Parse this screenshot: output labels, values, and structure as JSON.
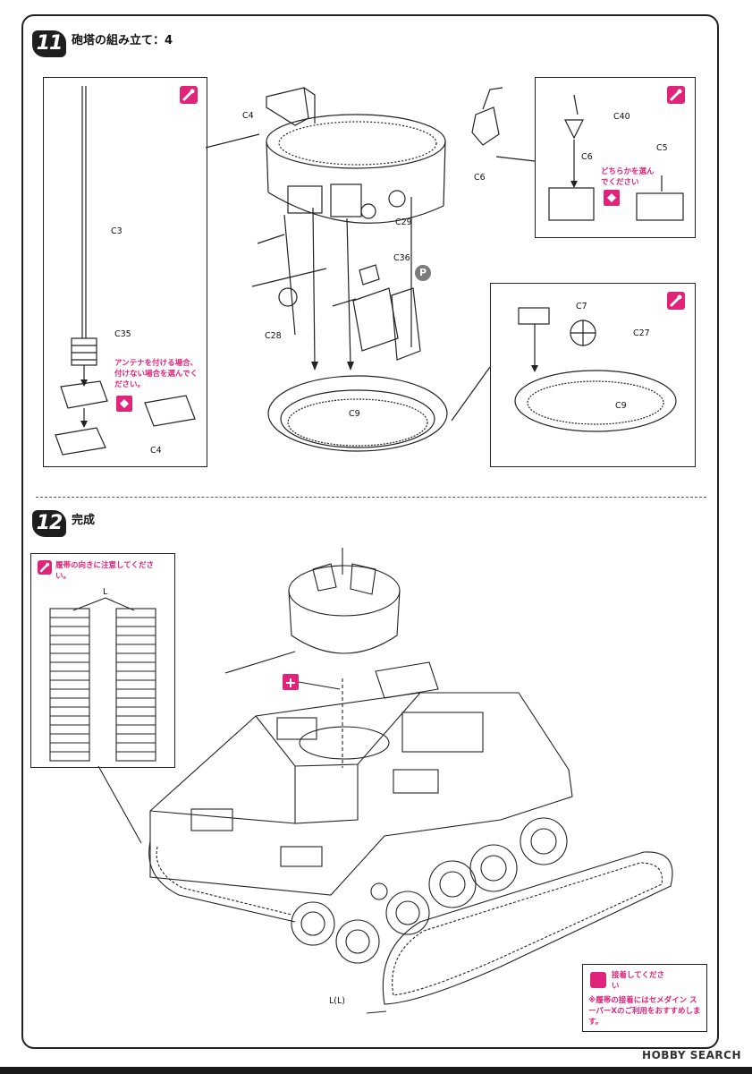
{
  "step11": {
    "number": "11",
    "title": "砲塔の組み立て：4",
    "antenna_note": "アンテナを付ける場合、付けない場合を選んでください。",
    "choice_note": "どちらかを選んでください",
    "parts": {
      "c4_top": "C4",
      "c6_top": "C6",
      "c29": "C29",
      "c36": "C36",
      "c28": "C28",
      "c9_main": "C9",
      "c3": "C3",
      "c35": "C35",
      "c4_bottom": "C4",
      "c40": "C40",
      "c6_right": "C6",
      "c5": "C5",
      "c7": "C7",
      "c27": "C27",
      "c9_right": "C9",
      "p_badge": "P"
    }
  },
  "step12": {
    "number": "12",
    "title": "完成",
    "track_note": "履帯の向きに注意してください。",
    "track_label_l": "L",
    "track_label_ll": "L(L)",
    "glue_title": "接着してください",
    "glue_note": "※履帯の接着にはセメダイン スーパーXのご利用をおすすめします。"
  },
  "footer": {
    "brand": "HOBBY SEARCH"
  },
  "colors": {
    "accent": "#e0247a",
    "ink": "#1a1a1a"
  }
}
